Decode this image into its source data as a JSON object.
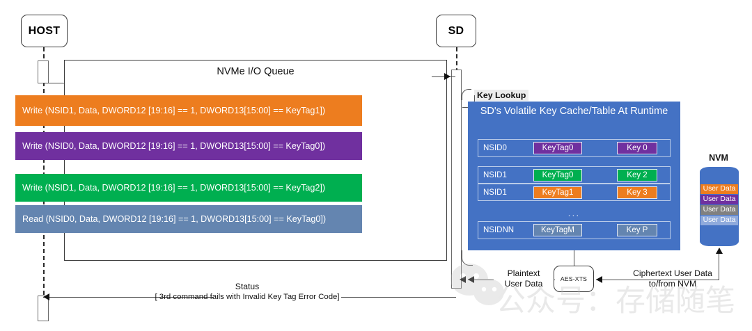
{
  "actors": {
    "host": "HOST",
    "sd": "SD"
  },
  "queue": {
    "title": "NVMe I/O Queue",
    "commands": [
      {
        "text": "Write (NSID1, Data,  DWORD12 [19:16] == 1, DWORD13[15:00] == KeyTag1])",
        "color": "#ED7D1F"
      },
      {
        "text": "Write (NSID0, Data,  DWORD12 [19:16] == 1, DWORD13[15:00] == KeyTag0])",
        "color": "#70309F"
      },
      {
        "text": "Write (NSID1, Data,  DWORD12 [19:16] == 1, DWORD13[15:00] == KeyTag2])",
        "color": "#00AF50"
      },
      {
        "text": "Read (NSID0, Data,  DWORD12 [19:16] == 1, DWORD13[15:00] == KeyTag0])",
        "color": "#6485B0"
      }
    ]
  },
  "key_lookup_label": "Key Lookup",
  "key_cache": {
    "title": "SD's Volatile Key Cache/Table At Runtime",
    "panel_color": "#4472c4",
    "dots": "...",
    "rows": [
      {
        "nsid": "NSID0",
        "tag": "KeyTag0",
        "key": "Key 0",
        "color": "#70309F"
      },
      {
        "nsid": "NSID1",
        "tag": "KeyTag0",
        "key": "Key 2",
        "color": "#00AF50"
      },
      {
        "nsid": "NSID1",
        "tag": "KeyTag1",
        "key": "Key 3",
        "color": "#ED7D1F"
      },
      {
        "nsid": "NSIDNN",
        "tag": "KeyTagM",
        "key": "Key P",
        "color": "#6485B0"
      }
    ]
  },
  "nvm": {
    "label": "NVM",
    "body_color": "#4472c4",
    "bands": [
      {
        "text": "User Data",
        "color": "#ED7D1F"
      },
      {
        "text": "User Data",
        "color": "#70309F"
      },
      {
        "text": "User Data",
        "color": "#808080"
      },
      {
        "text": "User Data",
        "color": "#8FAADC"
      }
    ]
  },
  "crypto": {
    "engine": "AES-XTS",
    "plaintext_line1": "Plaintext",
    "plaintext_line2": "User Data",
    "ciphertext_line1": "Ciphertext User Data",
    "ciphertext_line2": "to/from NVM"
  },
  "status": {
    "title": "Status",
    "detail": "[ 3rd command fails with Invalid Key Tag Error Code]"
  },
  "watermark": {
    "text": "公众号：存储随笔"
  }
}
